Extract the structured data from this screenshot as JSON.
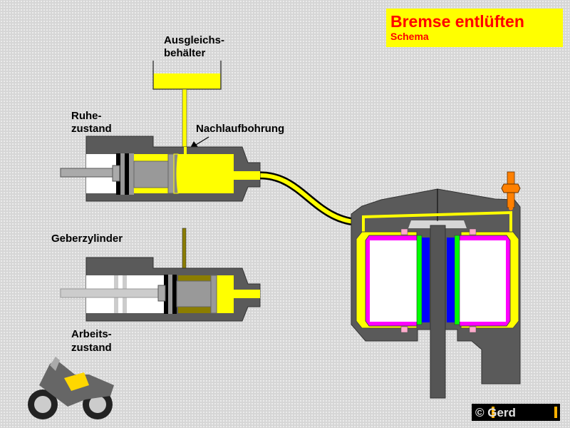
{
  "title": {
    "main": "Bremse entlüften",
    "sub": "Schema"
  },
  "labels": {
    "reservoir_line1": "Ausgleichs-",
    "reservoir_line2": "behälter",
    "rest_line1": "Ruhe-",
    "rest_line2": "zustand",
    "port": "Nachlaufbohrung",
    "master_cylinder": "Geberzylinder",
    "work_line1": "Arbeits-",
    "work_line2": "zustand"
  },
  "logo": {
    "text": "© Gerd"
  },
  "colors": {
    "fluid": "#ffff00",
    "body": "#5a5a5a",
    "piston": "#a0a0a0",
    "seal_magenta": "#ff00ff",
    "pad_green": "#00ff00",
    "pad_blue": "#0000ff",
    "title_bg": "#ffff00",
    "title_text": "#ff0000",
    "nipple": "#ff8000"
  }
}
